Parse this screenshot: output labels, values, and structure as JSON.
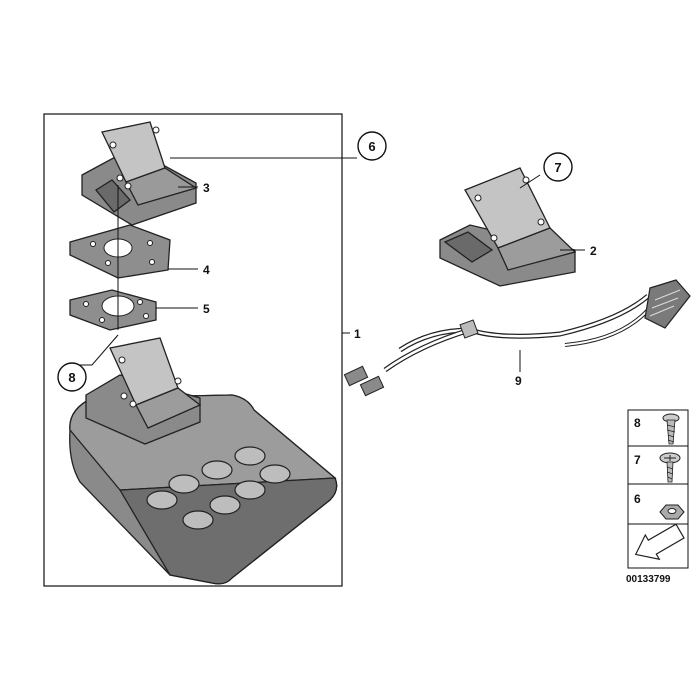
{
  "diagram": {
    "callouts": [
      {
        "id": "1",
        "text": "1"
      },
      {
        "id": "2",
        "text": "2"
      },
      {
        "id": "3",
        "text": "3"
      },
      {
        "id": "4",
        "text": "4"
      },
      {
        "id": "5",
        "text": "5"
      },
      {
        "id": "9",
        "text": "9"
      }
    ],
    "circle_callouts": [
      {
        "id": "6",
        "text": "6"
      },
      {
        "id": "7",
        "text": "7"
      },
      {
        "id": "8",
        "text": "8"
      }
    ],
    "legend": {
      "items": [
        {
          "number": "8",
          "icon": "screw-icon"
        },
        {
          "number": "7",
          "icon": "oval-head-screw-icon"
        },
        {
          "number": "6",
          "icon": "hex-nut-icon"
        }
      ],
      "arrow_icon": "direction-arrow-icon"
    },
    "part_number": "00133799",
    "colors": {
      "part_fill": "#8a8a8a",
      "part_light": "#c4c4c4",
      "part_dark": "#5e5e5e",
      "line": "#111111"
    }
  }
}
